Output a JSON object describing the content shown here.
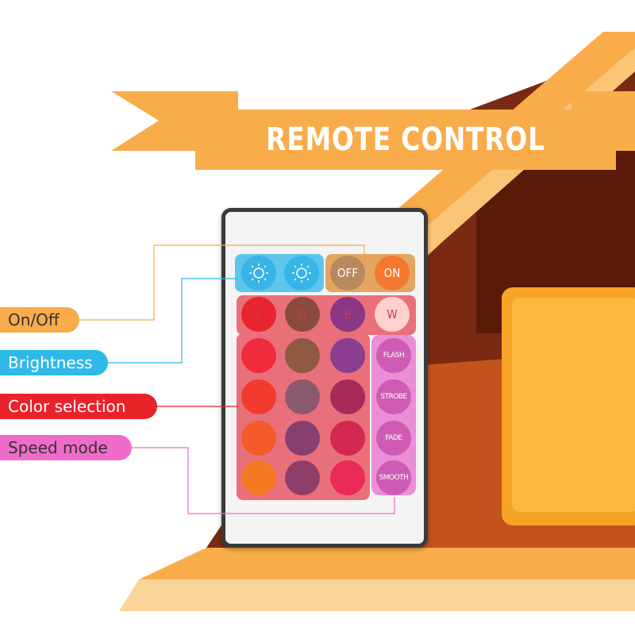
{
  "banner": {
    "title": "REMOTE CONTROL"
  },
  "remote": {
    "power": {
      "off_label": "OFF",
      "on_label": "ON"
    },
    "color_row": [
      "R",
      "G",
      "B",
      "W"
    ],
    "modes": [
      "FLASH",
      "STROBE",
      "FADE",
      "SMOOTH"
    ],
    "grid_colors": [
      [
        "#ee2c3c",
        "#8e5a42",
        "#8b3d8f"
      ],
      [
        "#f23a2e",
        "#8c5a6e",
        "#a82a5a"
      ],
      [
        "#f45a2a",
        "#873f6f",
        "#d22852"
      ],
      [
        "#f47820",
        "#8f3e6a",
        "#ec2a5a"
      ]
    ],
    "row1_colors": [
      "#e8242f",
      "#8a4a3e",
      "#8a3684",
      "#ffd0d0"
    ]
  },
  "callouts": {
    "on_off": "On/Off",
    "brightness": "Brightness",
    "color_selection": "Color selection",
    "speed_mode": "Speed mode"
  },
  "colors": {
    "orange": "#f9ac4a",
    "blue": "#2fb9e8",
    "red": "#e8232a",
    "pink": "#f06ccb"
  }
}
